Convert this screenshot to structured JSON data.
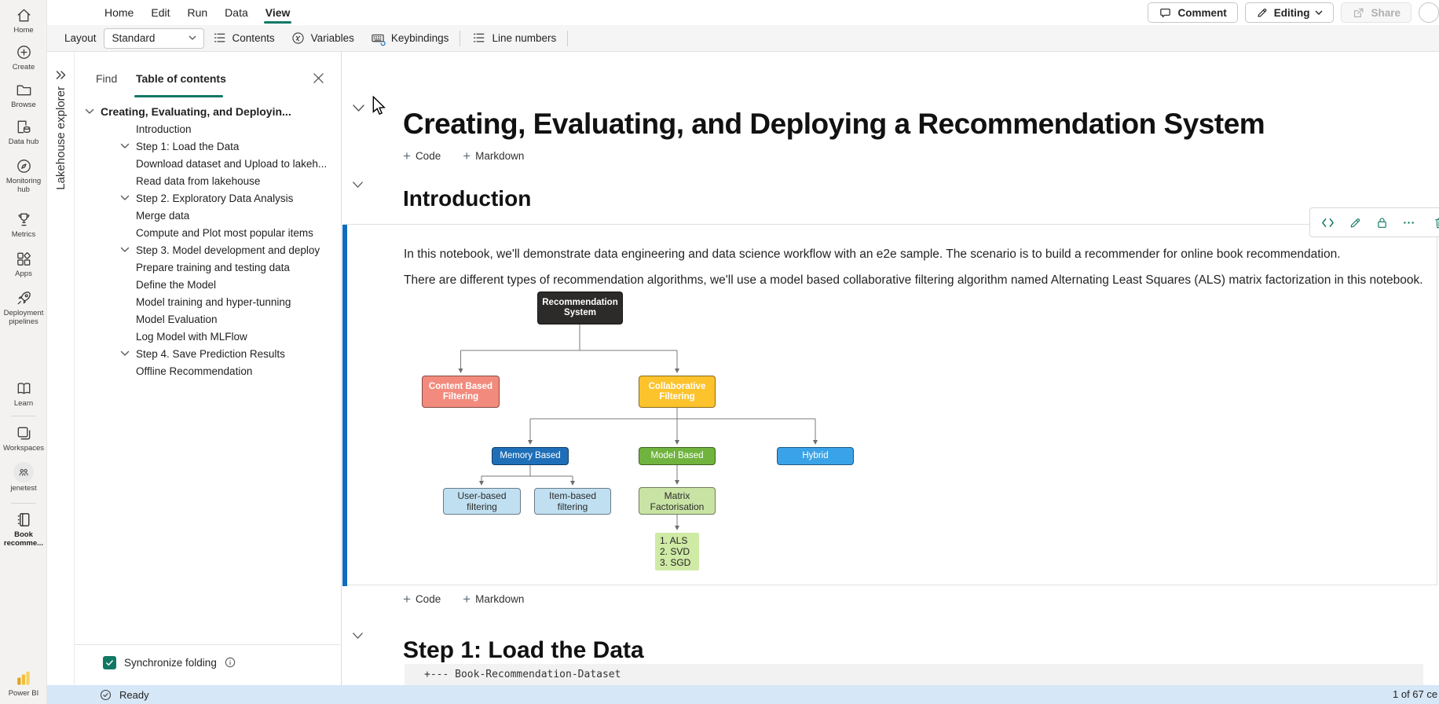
{
  "accent": {
    "teal": "#117865",
    "selection_blue": "#0f6cbd",
    "statusbar_bg": "#d6e7f7"
  },
  "menubar": {
    "items": [
      {
        "label": "Home"
      },
      {
        "label": "Edit"
      },
      {
        "label": "Run"
      },
      {
        "label": "Data"
      },
      {
        "label": "View",
        "active": true
      }
    ],
    "comment_label": "Comment",
    "editing_label": "Editing",
    "share_label": "Share"
  },
  "toolbar": {
    "layout_label": "Layout",
    "layout_value": "Standard",
    "contents_label": "Contents",
    "variables_label": "Variables",
    "keybindings_label": "Keybindings",
    "line_numbers_label": "Line numbers"
  },
  "sidebar": {
    "items": [
      {
        "label": "Home"
      },
      {
        "label": "Create"
      },
      {
        "label": "Browse"
      },
      {
        "label": "Data hub"
      },
      {
        "label": "Monitoring hub"
      },
      {
        "label": "Metrics"
      },
      {
        "label": "Apps"
      },
      {
        "label": "Deployment pipelines"
      },
      {
        "label": "Learn"
      },
      {
        "label": "Workspaces"
      },
      {
        "label": "jenetest"
      },
      {
        "label": "Book recomme...",
        "active": true
      }
    ],
    "footer_label": "Power BI"
  },
  "explorer": {
    "vertical_label": "Lakehouse explorer",
    "find_tab": "Find",
    "toc_tab": "Table of contents",
    "sync_label": "Synchronize folding",
    "toc": [
      {
        "label": "Creating, Evaluating, and Deployin...",
        "indent": 0,
        "bold": true,
        "chevron": true
      },
      {
        "label": "Introduction",
        "indent": 2
      },
      {
        "label": "Step 1: Load the Data",
        "indent": 1,
        "chevron": true
      },
      {
        "label": "Download dataset and Upload to lakeh...",
        "indent": 2
      },
      {
        "label": "Read data from lakehouse",
        "indent": 2
      },
      {
        "label": "Step 2. Exploratory Data Analysis",
        "indent": 1,
        "chevron": true
      },
      {
        "label": "Merge data",
        "indent": 2
      },
      {
        "label": "Compute and Plot most popular items",
        "indent": 2
      },
      {
        "label": "Step 3. Model development and deploy",
        "indent": 1,
        "chevron": true
      },
      {
        "label": "Prepare training and testing data",
        "indent": 2
      },
      {
        "label": "Define the Model",
        "indent": 2
      },
      {
        "label": "Model training and hyper-tunning",
        "indent": 2
      },
      {
        "label": "Model Evaluation",
        "indent": 2
      },
      {
        "label": "Log Model with MLFlow",
        "indent": 2
      },
      {
        "label": "Step 4. Save Prediction Results",
        "indent": 1,
        "chevron": true
      },
      {
        "label": "Offline Recommendation",
        "indent": 2
      }
    ]
  },
  "notebook": {
    "title": "Creating, Evaluating, and Deploying a Recommendation System",
    "add_code_label": "Code",
    "add_markdown_label": "Markdown",
    "intro_heading": "Introduction",
    "para1": "In this notebook, we'll demonstrate data engineering and data science workflow with an e2e sample. The scenario is to build a recommender for online book recommendation.",
    "para2": "There are different types of recommendation algorithms, we'll use a model based collaborative filtering algorithm named Alternating Least Squares (ALS) matrix factorization in this notebook.",
    "step1_heading": "Step 1: Load the Data",
    "code_line": "+--- Book-Recommendation-Dataset"
  },
  "diagram": {
    "nodes": {
      "root": {
        "label": "Recommendation System",
        "color": "#2d2b29",
        "text": "#ffffff"
      },
      "content": {
        "label": "Content Based Filtering",
        "color": "#f28b7d",
        "text": "#ffffff"
      },
      "collab": {
        "label": "Collaborative Filtering",
        "color": "#fcc32d",
        "text": "#ffffff"
      },
      "memory": {
        "label": "Memory Based",
        "color": "#1e6fb8",
        "text": "#ffffff"
      },
      "model": {
        "label": "Model Based",
        "color": "#70b33e",
        "text": "#ffffff"
      },
      "hybrid": {
        "label": "Hybrid",
        "color": "#3aa3e8",
        "text": "#ffffff"
      },
      "user": {
        "label": "User-based filtering",
        "color": "#c0e0f2",
        "text": "#2b2b2b"
      },
      "item": {
        "label": "Item-based filtering",
        "color": "#c0e0f2",
        "text": "#2b2b2b"
      },
      "matrix": {
        "label": "Matrix Factorisation",
        "color": "#c9e3a4",
        "text": "#2b2b2b"
      },
      "algos": {
        "lines": [
          "1. ALS",
          "2. SVD",
          "3. SGD"
        ],
        "color": "#cfeaa5",
        "text": "#222222"
      }
    }
  },
  "statusbar": {
    "ready_label": "Ready",
    "cell_count": "1 of 67 ce"
  }
}
